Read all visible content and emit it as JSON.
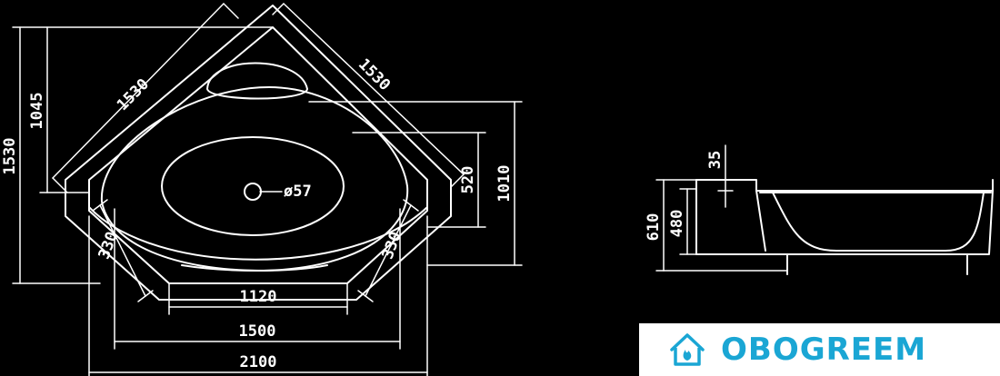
{
  "drawing": {
    "line_color": "#ffffff",
    "background": "#000000",
    "top_view": {
      "dims": {
        "diag_left": "1530",
        "diag_right": "1530",
        "left_outer": "1530",
        "left_inner": "1045",
        "right_outer": "1010",
        "right_inner": "520",
        "corner_left": "330",
        "corner_right": "330",
        "bottom_1": "1120",
        "bottom_2": "1500",
        "bottom_3": "2100",
        "drain_label": "ø57"
      }
    },
    "side_view": {
      "dims": {
        "top_offset": "35",
        "height_outer": "610",
        "height_inner": "480"
      }
    }
  },
  "brand": {
    "name": "OBOGREEM",
    "color": "#1aa6d4",
    "icon": "house-flame-icon"
  }
}
